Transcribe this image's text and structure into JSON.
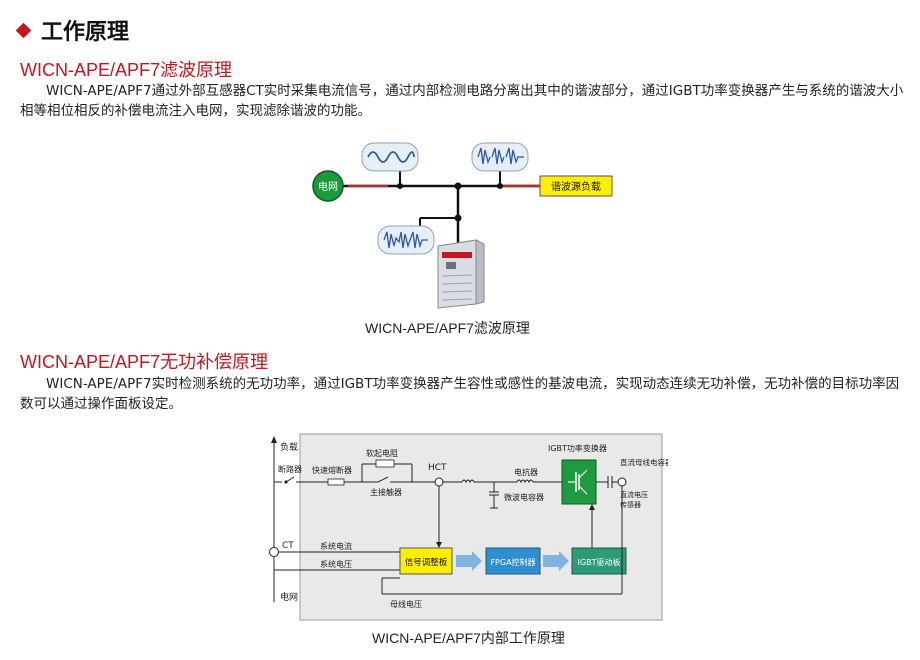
{
  "section_title": "工作原理",
  "filter": {
    "heading": "WICN-APE/APF7滤波原理",
    "paragraph": "WICN-APE/APF7通过外部互感器CT实时采集电流信号，通过内部检测电路分离出其中的谐波部分，通过IGBT功率变换器产生与系统的谐波大小相等相位相反的补偿电流注入电网，实现滤除谐波的功能。",
    "grid_label": "电网",
    "load_label": "谐波源负载",
    "caption": "WICN-APE/APF7滤波原理"
  },
  "reactive": {
    "heading": "WICN-APE/APF7无功补偿原理",
    "paragraph": "WICN-APE/APF7实时检测系统的无功功率，通过IGBT功率变换器产生容性或感性的基波电流，实现动态连续无功补偿，无功补偿的目标功率因数可以通过操作面板设定。",
    "caption": "WICN-APE/APF7内部工作原理"
  },
  "internal": {
    "load": "负载",
    "breaker": "断路器",
    "fuse": "快速熔断器",
    "soft_resistor": "软起电阻",
    "main_contactor": "主接触器",
    "hct": "HCT",
    "reactor": "电抗器",
    "micro_cap": "微波电容器",
    "igbt_converter": "IGBT功率变换器",
    "dc_bus_cap": "直流母线电容器",
    "dc_voltage_sensor_1": "直流电压",
    "dc_voltage_sensor_2": "传感器",
    "ct": "CT",
    "sys_current": "系统电流",
    "sys_voltage": "系统电压",
    "signal_board": "信号调整板",
    "fpga": "FPGA控制器",
    "igbt_driver": "IGBT驱动板",
    "bus_voltage": "母线电压",
    "grid": "电网"
  }
}
